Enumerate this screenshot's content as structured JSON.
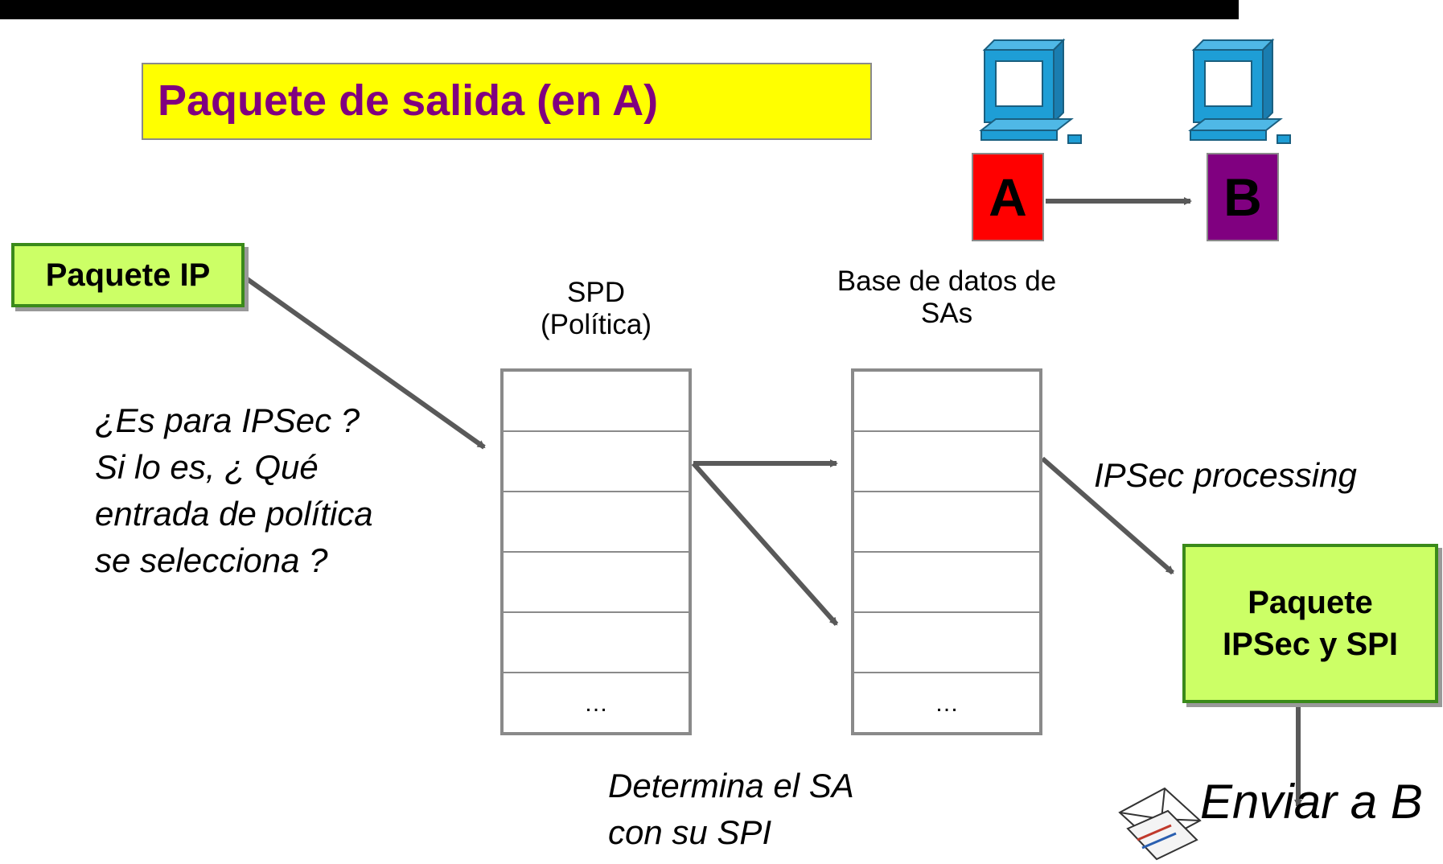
{
  "title": "Paquete de salida (en A)",
  "nodes": {
    "a_label": "A",
    "b_label": "B"
  },
  "packet_in": "Paquete IP",
  "spd_title": [
    "SPD",
    "(Política)"
  ],
  "sad_title": [
    "Base de datos de",
    "SAs"
  ],
  "question": [
    "¿Es para IPSec ?",
    "Si lo es, ¿ Qué",
    "entrada de política",
    "se selecciona ?"
  ],
  "processing": "IPSec processing",
  "packet_out": [
    "Paquete",
    "IPSec y SPI"
  ],
  "determine": [
    "Determina el SA",
    "con su SPI"
  ],
  "table_ellipsis": "…",
  "send": "Enviar a B",
  "icons": {
    "computer": "computer-icon",
    "envelope": "envelope-icon"
  },
  "colors": {
    "title_bg": "#ffff00",
    "title_text": "#800080",
    "node_a": "#ff0000",
    "node_b": "#800080",
    "packet_bg": "#ccff66",
    "arrow": "#595959"
  }
}
